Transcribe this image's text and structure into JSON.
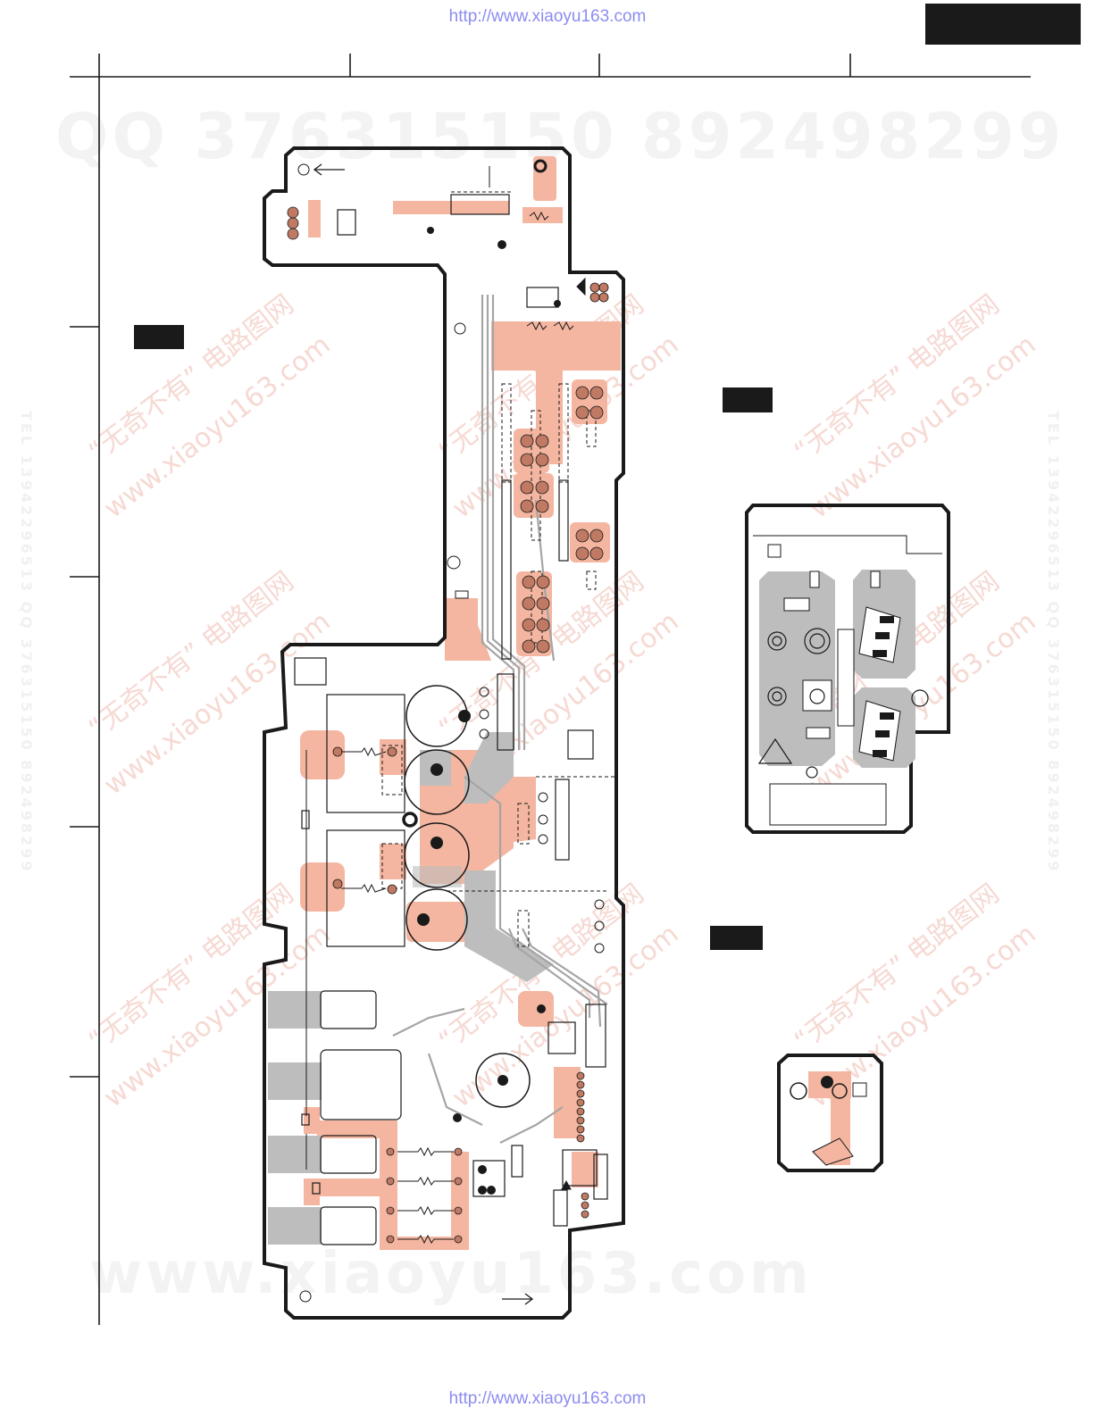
{
  "header": {
    "url_top": "http://www.xiaoyu163.com",
    "url_bottom": "http://www.xiaoyu163.com"
  },
  "watermarks": {
    "qq_line": "QQ 376315150",
    "qq_number_2": "892498299",
    "bottom_site": "www.xiaoyu163.com",
    "diag_cn": "“无奇不有” 电路图网",
    "diag_site": "www.xiaoyu163.com",
    "side_text": "TEL 13942296513 QQ 376315150 892498299"
  },
  "colors": {
    "copper": "#f4b6a0",
    "copper_dark": "#c07a64",
    "gray_ground": "#bdbdbd",
    "outline": "#1a1a1a"
  }
}
